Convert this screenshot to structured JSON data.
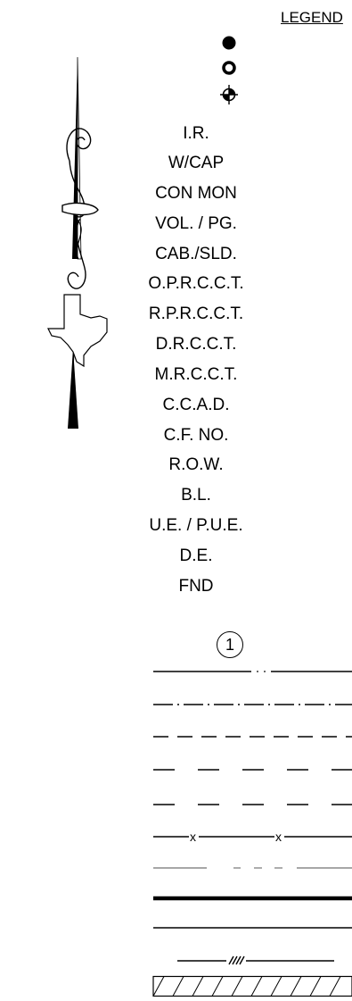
{
  "legend": {
    "title": "LEGEND",
    "symbols": [
      {
        "icon": "solid-dot-icon"
      },
      {
        "icon": "ring-marker-icon"
      },
      {
        "icon": "crosshair-circle-icon"
      }
    ],
    "abbreviations": [
      "I.R.",
      "W/CAP",
      "CON MON",
      "VOL. / PG.",
      "CAB./SLD.",
      "O.P.R.C.C.T.",
      "R.P.R.C.C.T.",
      "D.R.C.C.T.",
      "M.R.C.C.T.",
      "C.C.A.D.",
      "C.F. NO.",
      "R.O.W.",
      "B.L.",
      "U.E. / P.U.E.",
      "D.E.",
      "FND"
    ],
    "numbered_marker": "1",
    "line_types": [
      {
        "style": "line-with-dots"
      },
      {
        "style": "dash-dot"
      },
      {
        "style": "short-dash"
      },
      {
        "style": "long-dash"
      },
      {
        "style": "long-dash-alt"
      },
      {
        "style": "fence-x"
      },
      {
        "style": "gray-dash"
      },
      {
        "style": "thick-solid"
      },
      {
        "style": "thin-solid"
      },
      {
        "style": "slashed-break"
      },
      {
        "style": "hatched-box"
      }
    ]
  },
  "north_arrow": {
    "icon": "north-arrow-texas-icon"
  }
}
